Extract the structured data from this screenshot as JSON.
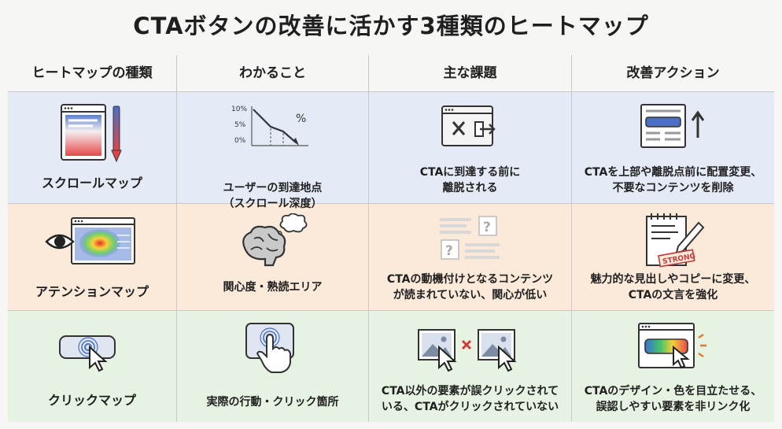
{
  "title": "CTAボタンの改善に活かす3種類のヒートマップ",
  "headers": [
    "ヒートマップの種類",
    "わかること",
    "主な課題",
    "改善アクション"
  ],
  "rows": [
    {
      "type": "スクロールマップ",
      "insight": "ユーザーの到達地点\n（スクロール深度）",
      "issue": "CTAに到達する前に\n離脱される",
      "action": "CTAを上部や離脱点前に配置変更、\n不要なコンテンツを削除"
    },
    {
      "type": "アテンションマップ",
      "insight": "関心度・熟読エリア",
      "issue": "CTAの動機付けとなるコンテンツ\nが読まれていない、関心が低い",
      "action": "魅力的な見出しやコピーに変更、\nCTAの文言を強化"
    },
    {
      "type": "クリックマップ",
      "insight": "実際の行動・クリック箇所",
      "issue": "CTA以外の要素が誤クリックされて\nいる、CTAがクリックされていない",
      "action": "CTAのデザイン・色を目立たせる、\n誤認しやすい要素を非リンク化"
    }
  ],
  "scroll_chart": {
    "ticks": [
      "10%",
      "5%",
      "0%"
    ],
    "unit": "%"
  },
  "stamp_text": "STRONG",
  "colors": {
    "row1_bg": "#e4ebf6",
    "row2_bg": "#fbe9da",
    "row3_bg": "#e6f2e2",
    "grid_line": "#c9c9c9"
  }
}
